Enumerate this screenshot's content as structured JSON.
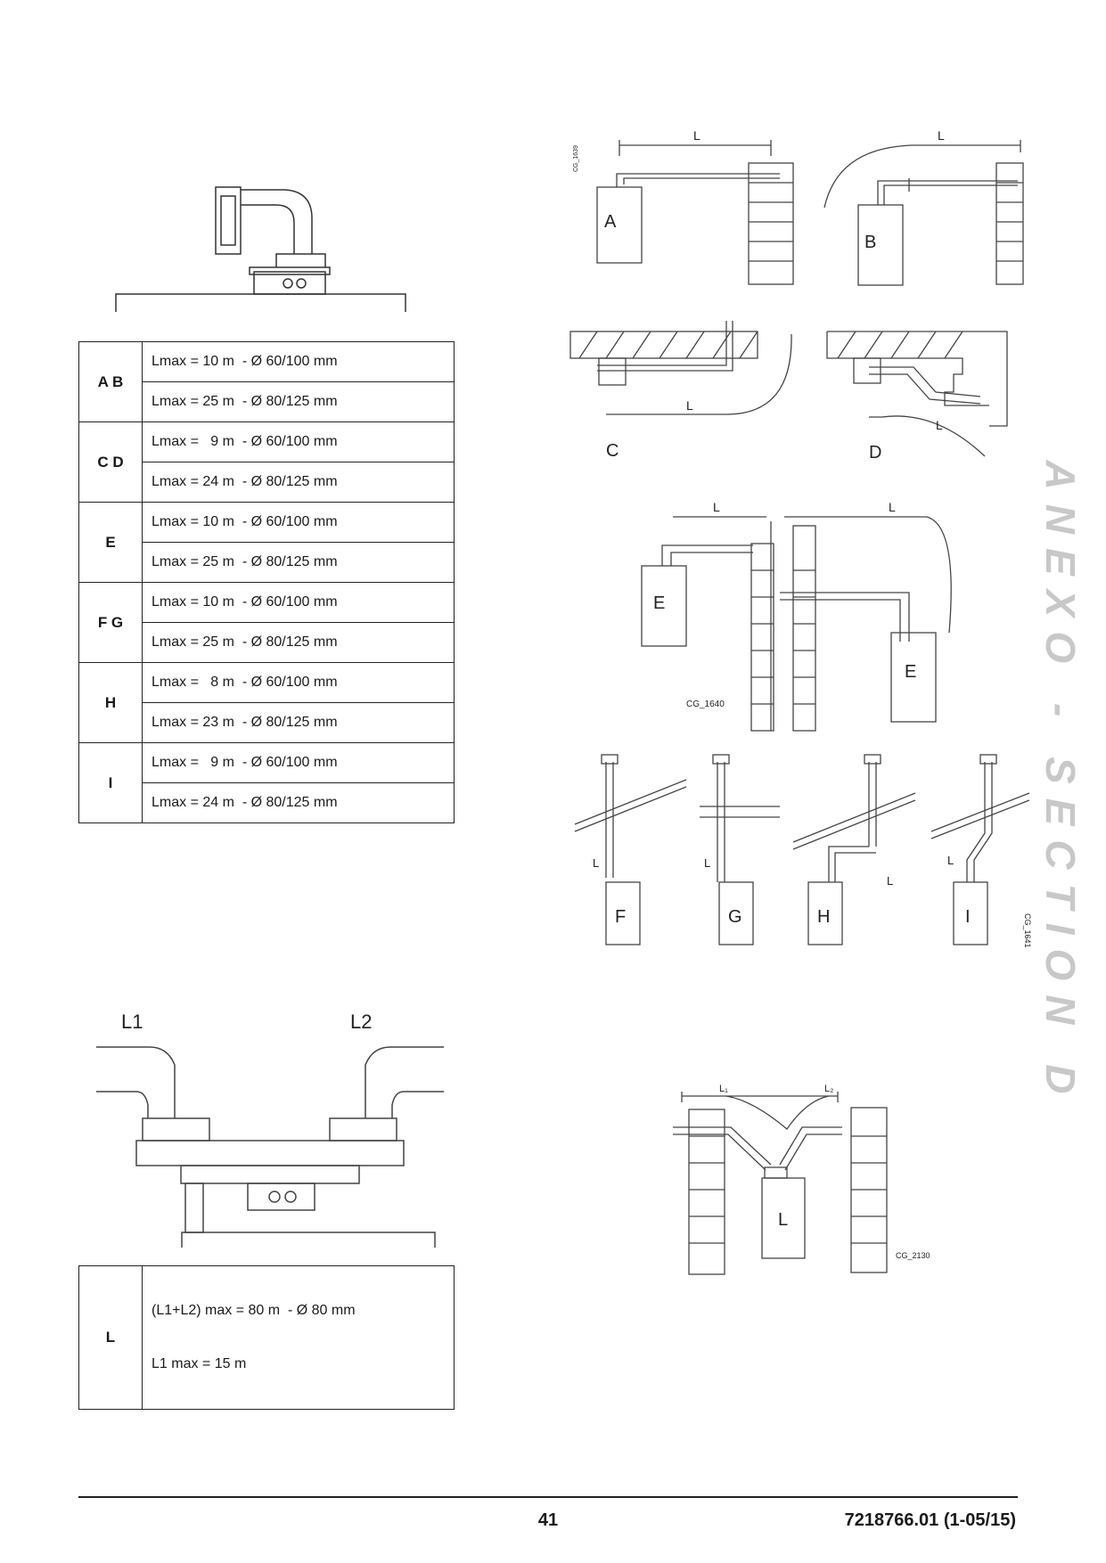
{
  "table1": {
    "rows": [
      {
        "key": "A  B",
        "values": [
          "Lmax = 10 m  - Ø 60/100 mm",
          "Lmax = 25 m  - Ø 80/125 mm"
        ]
      },
      {
        "key": "C D",
        "values": [
          "Lmax =   9 m  - Ø 60/100 mm",
          "Lmax = 24 m  - Ø 80/125 mm"
        ]
      },
      {
        "key": "E",
        "values": [
          "Lmax = 10 m  - Ø 60/100 mm",
          "Lmax = 25 m  - Ø 80/125 mm"
        ]
      },
      {
        "key": "F G",
        "values": [
          "Lmax = 10 m  - Ø 60/100 mm",
          "Lmax = 25 m  - Ø 80/125 mm"
        ]
      },
      {
        "key": "H",
        "values": [
          "Lmax =   8 m  - Ø 60/100 mm",
          "Lmax = 23 m  - Ø 80/125 mm"
        ]
      },
      {
        "key": "I",
        "values": [
          "Lmax =   9 m  - Ø 60/100 mm",
          "Lmax = 24 m  - Ø 80/125 mm"
        ]
      }
    ]
  },
  "table2": {
    "key": "L",
    "line1": "(L1+L2) max = 80 m  - Ø 80 mm",
    "line2": "L1 max = 15 m"
  },
  "diagram_labels": {
    "A": "A",
    "B": "B",
    "C": "C",
    "D": "D",
    "E": "E",
    "F": "F",
    "G": "G",
    "H": "H",
    "I": "I",
    "L": "L",
    "L1": "L1",
    "L2": "L2",
    "L1_small": "L₁",
    "L2_small": "L₂",
    "len": "L",
    "cg1639": "CG_1639",
    "cg1640": "CG_1640",
    "cg1641": "CG_1641",
    "cg2130": "CG_2130"
  },
  "side_title": "ANEXO - SECTION D",
  "footer": {
    "page": "41",
    "doc_ref": "7218766.01 (1-05/15)"
  }
}
